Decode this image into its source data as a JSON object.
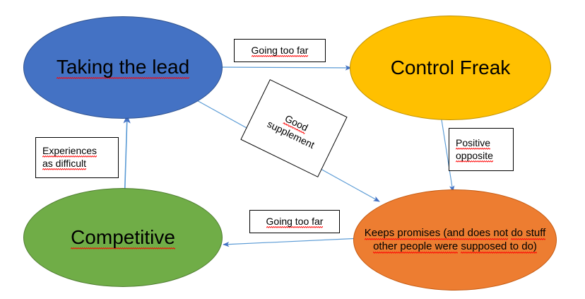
{
  "diagram": {
    "type": "flow-diagram",
    "background_color": "#FFFFFF",
    "nodes": [
      {
        "id": "taking-the-lead",
        "label": "Taking the lead",
        "lines": [
          "Taking the lead"
        ],
        "fill": "#4472C4",
        "border": "#2F528F",
        "font_size": 28
      },
      {
        "id": "control-freak",
        "label": "Control Freak",
        "lines": [
          "Control Freak"
        ],
        "fill": "#FFC000",
        "border": "#BF9000",
        "font_size": 28
      },
      {
        "id": "competitive",
        "label": "Competitive",
        "lines": [
          "Competitive"
        ],
        "fill": "#70AD47",
        "border": "#507E32",
        "font_size": 28
      },
      {
        "id": "keeps-promises",
        "label": "Keeps promises (and does not do stuff other people were supposed to do)",
        "lines": [
          "Keeps promises (and does not",
          "do stuff other people were",
          "supposed to do)"
        ],
        "fill": "#ED7D31",
        "border": "#C55A11",
        "font_size": 15
      }
    ],
    "edge_color": "#4472C4",
    "edges": [
      {
        "id": "lead-to-control",
        "from": "taking-the-lead",
        "to": "control-freak",
        "label": "Going too far"
      },
      {
        "id": "lead-to-keeps-promises",
        "from": "taking-the-lead",
        "to": "keeps-promises",
        "label": "Good supplement"
      },
      {
        "id": "control-to-keeps-promises",
        "from": "control-freak",
        "to": "keeps-promises",
        "label": "Positive opposite"
      },
      {
        "id": "keeps-promises-to-competitive",
        "from": "keeps-promises",
        "to": "competitive",
        "label": "Going too far"
      },
      {
        "id": "competitive-to-lead",
        "from": "competitive",
        "to": "taking-the-lead",
        "label": "Experiences as difficult"
      }
    ],
    "labels": {
      "going_too_far_top": {
        "lines": [
          "Going too far"
        ]
      },
      "good_supplement": {
        "lines": [
          "Good",
          "supplement"
        ],
        "rotation_degrees": 26
      },
      "experiences_as_difficult": {
        "lines": [
          "Experiences",
          "as difficult"
        ]
      },
      "positive_opposite": {
        "lines": [
          "Positive",
          "opposite"
        ]
      },
      "going_too_far_bottom": {
        "lines": [
          "Going too far"
        ]
      }
    }
  }
}
